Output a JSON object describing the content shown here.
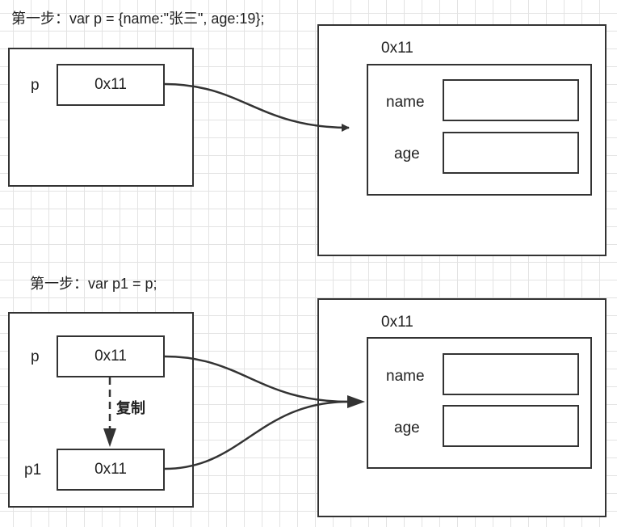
{
  "step1": {
    "caption": "第一步：var p = {name:\"张三\", age:19};",
    "var_label": "p",
    "pointer_value": "0x11",
    "heap_address": "0x11",
    "field_name": "name",
    "field_age": "age"
  },
  "step2": {
    "caption": "第一步：var p1 = p;",
    "var_p_label": "p",
    "var_p_value": "0x11",
    "var_p1_label": "p1",
    "var_p1_value": "0x11",
    "copy_label": "复制",
    "heap_address": "0x11",
    "field_name": "name",
    "field_age": "age"
  }
}
